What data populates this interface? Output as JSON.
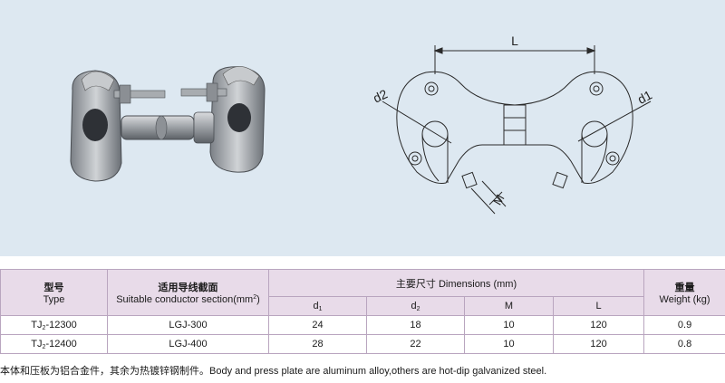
{
  "table": {
    "header": {
      "type_cn": "型号",
      "type_en": "Type",
      "section_cn": "适用导线截面",
      "section_en": "Suitable conductor section(mm",
      "section_sup": "2",
      "section_close": ")",
      "dims_title": "主要尺寸 Dimensions (mm)",
      "weight_cn": "重量",
      "weight_en": "Weight (kg)",
      "d1_main": "d",
      "d1_sub": "1",
      "d2_main": "d",
      "d2_sub": "2",
      "m": "M",
      "l": "L"
    },
    "rows": [
      {
        "type_prefix": "TJ",
        "type_sub": "2",
        "type_suffix": "-12300",
        "section": "LGJ-300",
        "d1": "24",
        "d2": "18",
        "m": "10",
        "l": "120",
        "weight": "0.9"
      },
      {
        "type_prefix": "TJ",
        "type_sub": "2",
        "type_suffix": "-12400",
        "section": "LGJ-400",
        "d1": "28",
        "d2": "22",
        "m": "10",
        "l": "120",
        "weight": "0.8"
      }
    ]
  },
  "note": "本体和压板为铝合金件，其余为热镀锌钢制件。Body and press plate are aluminum alloy,others are hot-dip galvanized steel.",
  "drawing": {
    "label_l": "L",
    "label_d1": "d1",
    "label_d2": "d2",
    "label_m": "M"
  }
}
